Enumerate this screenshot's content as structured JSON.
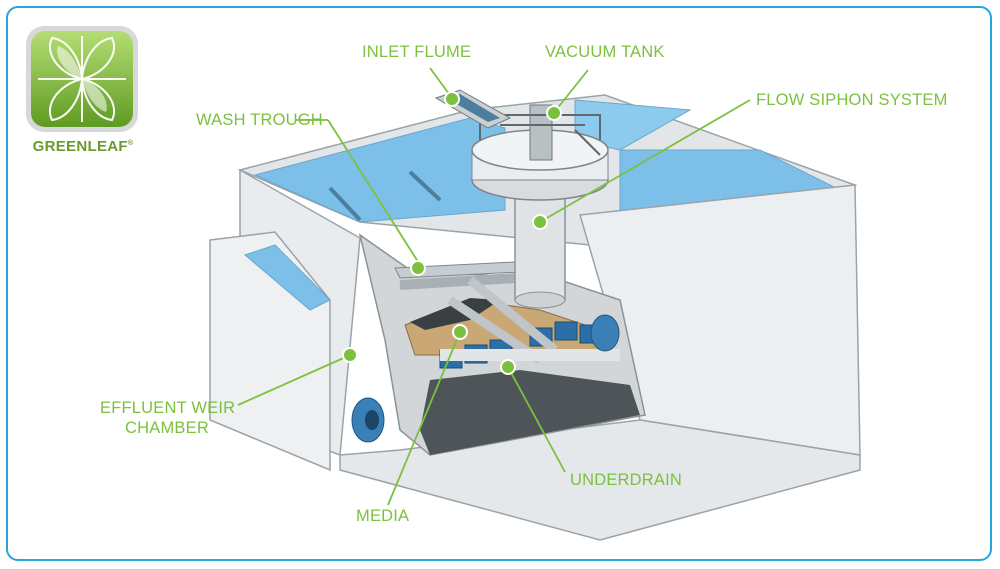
{
  "brand": {
    "name": "GREENLEAF",
    "mark": "®",
    "logo_icon": "leaf-quadrant-icon"
  },
  "labels": {
    "inlet_flume": "INLET FLUME",
    "vacuum_tank": "VACUUM TANK",
    "wash_trough": "WASH TROUGH",
    "flow_siphon": "FLOW SIPHON SYSTEM",
    "effluent_line1": "EFFLUENT WEIR",
    "effluent_line2": "CHAMBER",
    "underdrain": "UNDERDRAIN",
    "media": "MEDIA"
  },
  "colors": {
    "frame": "#23a6d8",
    "label": "#7cc13d",
    "water": "#6fb7e4",
    "concrete": "#eef0f1",
    "logo_green": "#7cc13d"
  }
}
